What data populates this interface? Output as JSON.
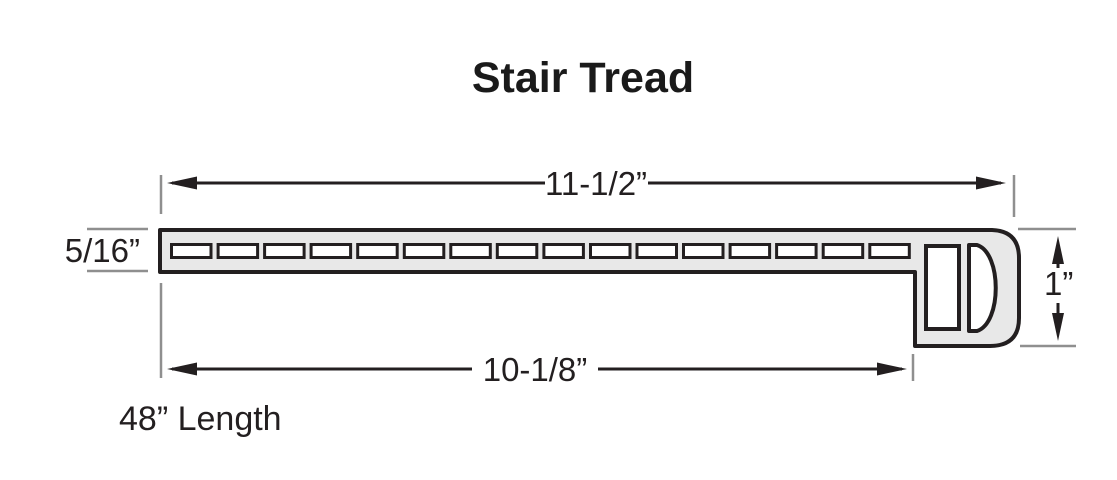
{
  "title": "Stair Tread",
  "labels": {
    "top_width": "11-1/2”",
    "thickness": "5/16”",
    "nose_height": "1”",
    "bottom_width": "10-1/8”",
    "length": "48” Length"
  },
  "profile": {
    "slot_count": 16,
    "description": "stair tread extrusion cross-section with ribbed top surface and bullnose end"
  },
  "colors": {
    "outline": "#231f20",
    "fill": "#e8e8e8",
    "slot_fill": "#ffffff",
    "extension_line": "#8f8f8f",
    "text": "#231f20",
    "background": "#ffffff"
  }
}
